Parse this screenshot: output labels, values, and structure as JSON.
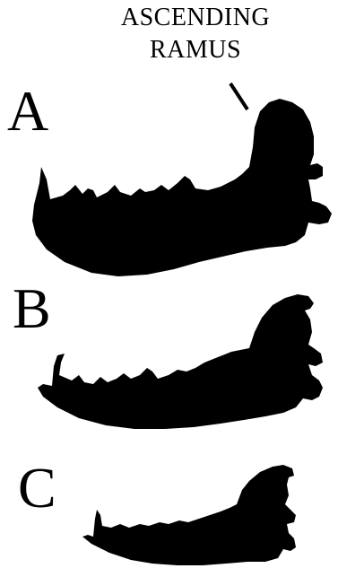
{
  "callout": {
    "line1": "ASCENDING",
    "line2": "RAMUS"
  },
  "panels": [
    {
      "label": "A"
    },
    {
      "label": "B"
    },
    {
      "label": "C"
    }
  ],
  "colors": {
    "ink": "#000000",
    "background": "#ffffff"
  }
}
